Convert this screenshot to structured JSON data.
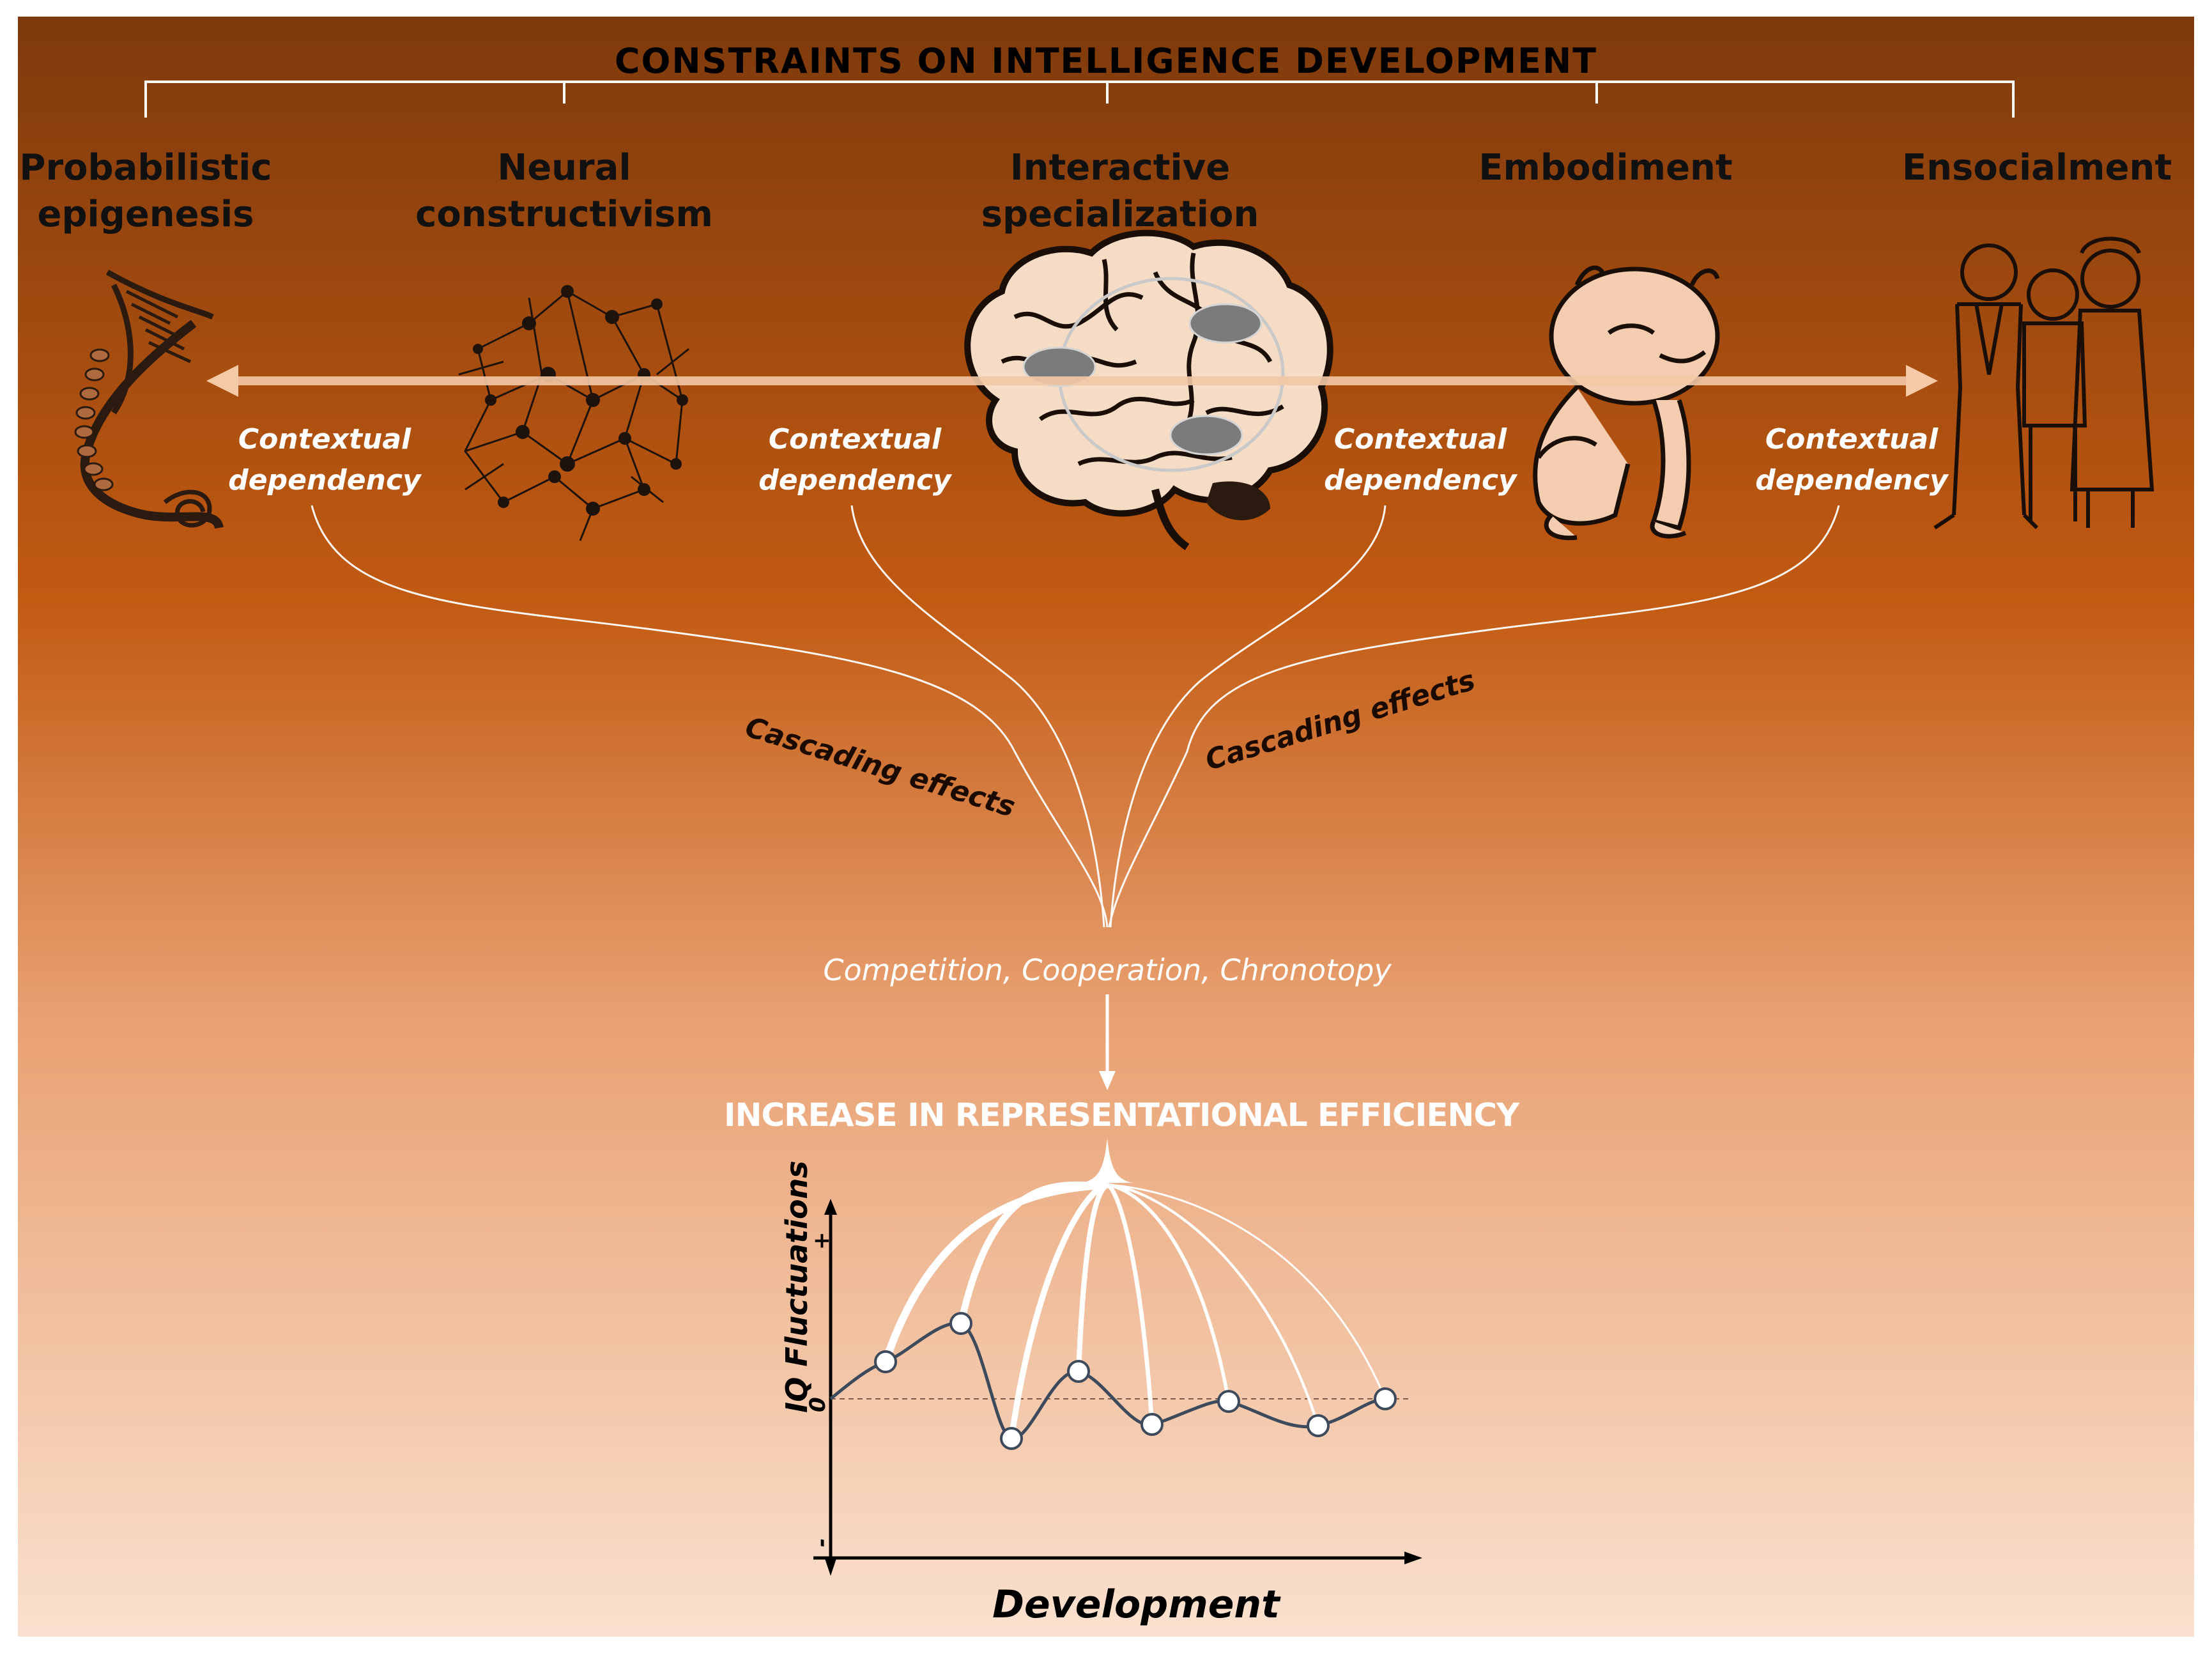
{
  "title": "CONSTRAINTS ON INTELLIGENCE DEVELOPMENT",
  "colors": {
    "bg_top": "#7e3a0c",
    "bg_mid": "#c25a12",
    "bg_low": "#e9a172",
    "bg_bottom": "#fae1cf",
    "arrow": "#f3c9a6",
    "white": "#ffffff"
  },
  "columns": [
    {
      "line1": "Probabilistic",
      "line2": "epigenesis",
      "icon": "dna-helix-icon"
    },
    {
      "line1": "Neural",
      "line2": "constructivism",
      "icon": "neuron-network-icon"
    },
    {
      "line1": "Interactive",
      "line2": "specialization",
      "icon": "brain-icon"
    },
    {
      "line1": "Embodiment",
      "line2": "",
      "icon": "crawling-baby-icon"
    },
    {
      "line1": "Ensocialment",
      "line2": "",
      "icon": "family-icon"
    }
  ],
  "contextual": [
    {
      "line1": "Contextual",
      "line2": "dependency"
    },
    {
      "line1": "Contextual",
      "line2": "dependency"
    },
    {
      "line1": "Contextual",
      "line2": "dependency"
    },
    {
      "line1": "Contextual",
      "line2": "dependency"
    }
  ],
  "cascading_left": "Cascading effects",
  "cascading_right": "Cascading effects",
  "mechanisms": "Competition, Cooperation, Chronotopy",
  "outcome": "INCREASE IN REPRESENTATIONAL EFFICIENCY",
  "graph": {
    "y_label": "IQ Fluctuations",
    "x_label": "Development",
    "y_plus": "+",
    "y_zero": "0",
    "y_minus": "-",
    "node_count": 8
  }
}
